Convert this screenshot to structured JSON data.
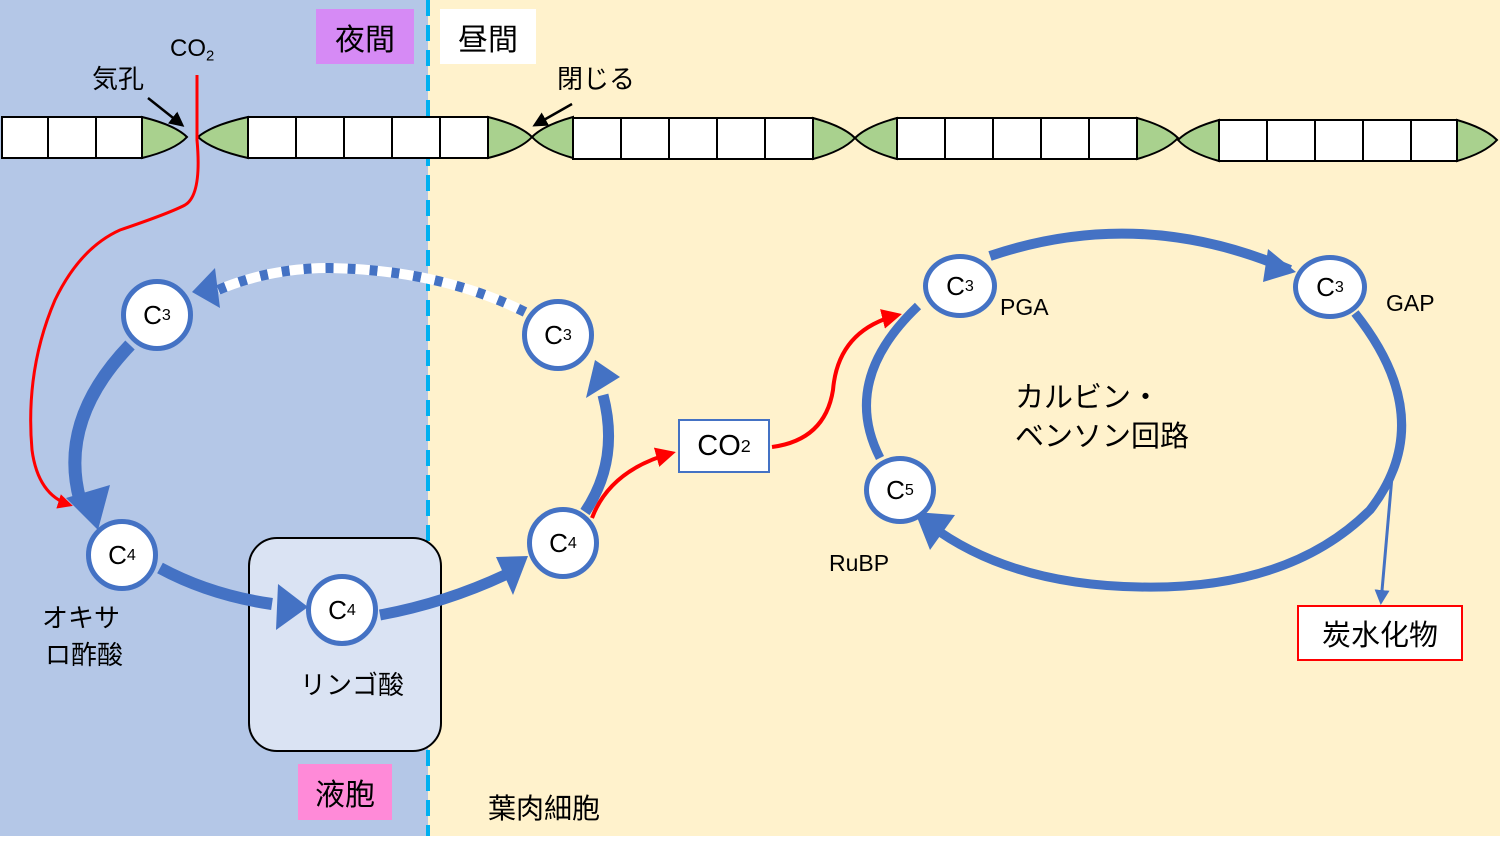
{
  "colors": {
    "night_bg": "#b4c7e7",
    "day_bg": "#fff2cc",
    "divider": "#00b0f0",
    "cycle_blue": "#4472c4",
    "co2_red": "#ff0000",
    "guard_cell_green": "#a9d18e",
    "night_tag": "#d68af5",
    "vacuole_tag": "#ff8ad8",
    "vacuole_fill": "#dae3f3"
  },
  "header": {
    "night_label": "夜間",
    "day_label": "昼間"
  },
  "stomata": {
    "co2_label": "CO",
    "co2_sub": "2",
    "stoma_label": "気孔",
    "closed_label": "閉じる"
  },
  "cam_cycle": {
    "nodes": [
      {
        "id": "c3-left",
        "label": "C",
        "sub": "3"
      },
      {
        "id": "c4-left",
        "label": "C",
        "sub": "4"
      },
      {
        "id": "c4-vacuole",
        "label": "C",
        "sub": "4"
      },
      {
        "id": "c4-right",
        "label": "C",
        "sub": "4"
      },
      {
        "id": "c3-right",
        "label": "C",
        "sub": "3"
      }
    ],
    "oxaloacetate_line1": "オキサ",
    "oxaloacetate_line2": "ロ酢酸",
    "malate_label": "リンゴ酸",
    "vacuole_label": "液胞",
    "mesophyll_label": "葉肉細胞"
  },
  "released_co2": {
    "label": "CO",
    "sub": "2"
  },
  "calvin_cycle": {
    "title_line1": "カルビン・",
    "title_line2": "ベンソン回路",
    "nodes": [
      {
        "id": "pga",
        "label": "C",
        "sub": "3",
        "name": "PGA"
      },
      {
        "id": "gap",
        "label": "C",
        "sub": "3",
        "name": "GAP"
      },
      {
        "id": "rubp",
        "label": "C",
        "sub": "5",
        "name": "RuBP"
      }
    ],
    "product_label": "炭水化物"
  }
}
